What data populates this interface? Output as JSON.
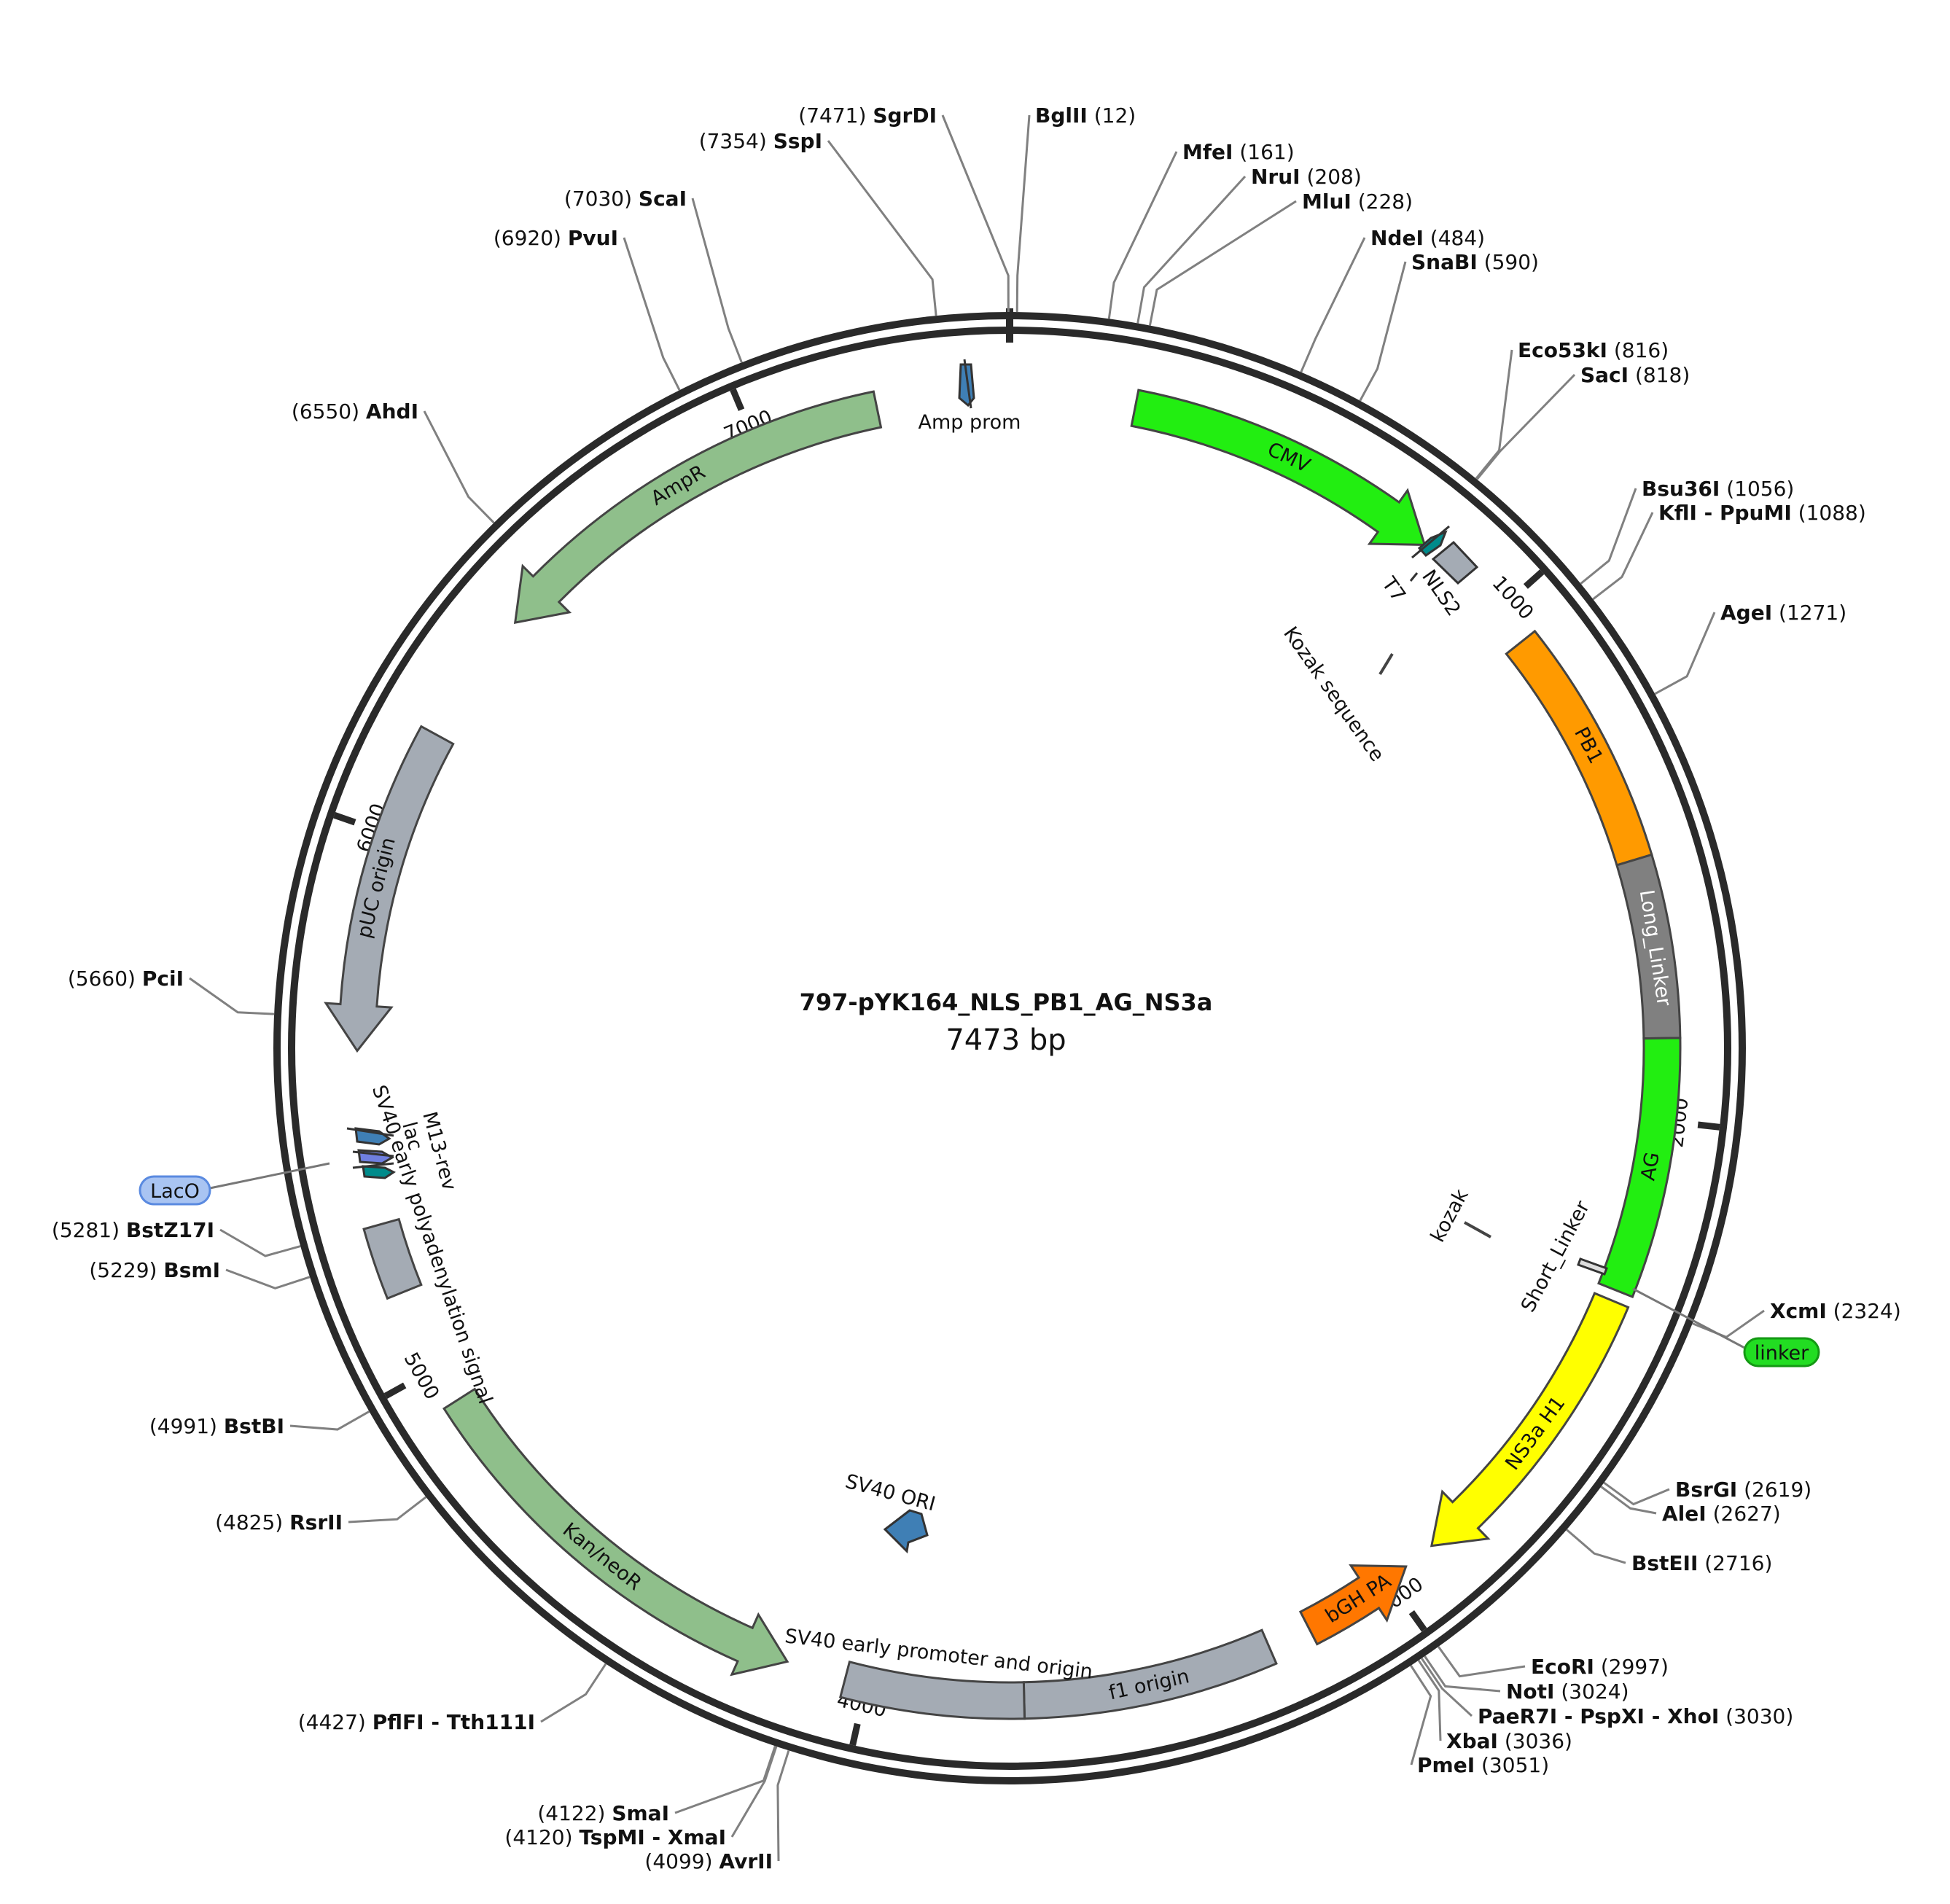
{
  "plasmid": {
    "name": "797-pYK164_NLS_PB1_AG_NS3a",
    "length_label": "7473 bp",
    "length_bp": 7473
  },
  "colors": {
    "backbone": "#2a2a2a",
    "green_bright": "#22ee11",
    "green_sage": "#8fbf8b",
    "gray": "#a4abb4",
    "dark_gray": "#808080",
    "orange": "#ff9a00",
    "orange_red": "#ff7700",
    "yellow": "#ffff00",
    "steel_blue": "#3f7fb5",
    "teal": "#008b8b",
    "lacO_fill": "#a9c4f2",
    "linker_fill": "#22dd22"
  },
  "ticks": [
    "1000",
    "2000",
    "3000",
    "4000",
    "5000",
    "6000",
    "7000"
  ],
  "sites": [
    {
      "name": "SgrDI",
      "pos": "7471",
      "bp": 7471
    },
    {
      "name": "BglII",
      "pos": "12",
      "bp": 12
    },
    {
      "name": "SspI",
      "pos": "7354",
      "bp": 7354
    },
    {
      "name": "MfeI",
      "pos": "161",
      "bp": 161
    },
    {
      "name": "NruI",
      "pos": "208",
      "bp": 208
    },
    {
      "name": "MluI",
      "pos": "228",
      "bp": 228
    },
    {
      "name": "ScaI",
      "pos": "7030",
      "bp": 7030
    },
    {
      "name": "PvuI",
      "pos": "6920",
      "bp": 6920
    },
    {
      "name": "NdeI",
      "pos": "484",
      "bp": 484
    },
    {
      "name": "SnaBI",
      "pos": "590",
      "bp": 590
    },
    {
      "name": "Eco53kI",
      "pos": "816",
      "bp": 816
    },
    {
      "name": "SacI",
      "pos": "818",
      "bp": 818
    },
    {
      "name": "AhdI",
      "pos": "6550",
      "bp": 6550
    },
    {
      "name": "Bsu36I",
      "pos": "1056",
      "bp": 1056
    },
    {
      "name": "KflI - PpuMI",
      "pos": "1088",
      "bp": 1088
    },
    {
      "name": "AgeI",
      "pos": "1271",
      "bp": 1271
    },
    {
      "name": "PciI",
      "pos": "5660",
      "bp": 5660
    },
    {
      "name": "BstZ17I",
      "pos": "5281",
      "bp": 5281
    },
    {
      "name": "BsmI",
      "pos": "5229",
      "bp": 5229
    },
    {
      "name": "XcmI",
      "pos": "2324",
      "bp": 2324
    },
    {
      "name": "BstBI",
      "pos": "4991",
      "bp": 4991
    },
    {
      "name": "BsrGI",
      "pos": "2619",
      "bp": 2619
    },
    {
      "name": "AleI",
      "pos": "2627",
      "bp": 2627
    },
    {
      "name": "RsrII",
      "pos": "4825",
      "bp": 4825
    },
    {
      "name": "BstEII",
      "pos": "2716",
      "bp": 2716
    },
    {
      "name": "EcoRI",
      "pos": "2997",
      "bp": 2997
    },
    {
      "name": "NotI",
      "pos": "3024",
      "bp": 3024
    },
    {
      "name": "PaeR7I - PspXI - XhoI",
      "pos": "3030",
      "bp": 3030
    },
    {
      "name": "XbaI",
      "pos": "3036",
      "bp": 3036
    },
    {
      "name": "PmeI",
      "pos": "3051",
      "bp": 3051
    },
    {
      "name": "PflFI - Tth111I",
      "pos": "4427",
      "bp": 4427
    },
    {
      "name": "SmaI",
      "pos": "4122",
      "bp": 4122
    },
    {
      "name": "TspMI - XmaI",
      "pos": "4120",
      "bp": 4120
    },
    {
      "name": "AvrII",
      "pos": "4099",
      "bp": 4099
    }
  ],
  "features": [
    {
      "label": "CMV",
      "start": 230,
      "end": 820,
      "dir": "cw",
      "color": "#22ee11",
      "text_color": "#111111"
    },
    {
      "label": "PB1",
      "start": 1070,
      "end": 1520,
      "dir": "none",
      "color": "#ff9a00",
      "text_color": "#111111"
    },
    {
      "label": "Long_Linker",
      "start": 1520,
      "end": 1850,
      "dir": "none",
      "color": "#808080",
      "text_color": "#ffffff"
    },
    {
      "label": "AG",
      "start": 1850,
      "end": 2320,
      "dir": "none",
      "color": "#22ee11",
      "text_color": "#111111"
    },
    {
      "label": "NS3a H1",
      "start": 2340,
      "end": 2900,
      "dir": "cw",
      "color": "#ffff00",
      "text_color": "#111111"
    },
    {
      "label": "bGH PA",
      "start": 2960,
      "end": 3170,
      "dir": "ccw",
      "color": "#ff7700",
      "text_color": "#111111"
    },
    {
      "label": "f1 origin",
      "start": 3250,
      "end": 3710,
      "dir": "none",
      "color": "#a4abb4",
      "text_color": "#111111"
    },
    {
      "label": "SV40 early promoter and origin",
      "start": 3710,
      "end": 4040,
      "dir": "none",
      "color": "#a4abb4",
      "text_color": "#111111"
    },
    {
      "label": "Kan/neoR",
      "start": 4150,
      "end": 4930,
      "dir": "ccw",
      "color": "#8fbf8b",
      "text_color": "#111111"
    },
    {
      "label": "SV40 early polyadenylation signal",
      "start": 5150,
      "end": 5280,
      "dir": "none",
      "color": "#a4abb4",
      "text_color": "#111111"
    },
    {
      "label": "pUC origin",
      "start": 5600,
      "end": 6200,
      "dir": "ccw",
      "color": "#a4abb4",
      "text_color": "#111111"
    },
    {
      "label": "AmpR",
      "start": 6450,
      "end": 7230,
      "dir": "ccw",
      "color": "#8fbf8b",
      "text_color": "#111111"
    }
  ],
  "small_features": [
    {
      "label": "Amp prom",
      "color": "#3f7fb5"
    },
    {
      "label": "T7",
      "color": "#008b8b"
    },
    {
      "label": "NLS2",
      "color": "#a4abb4"
    },
    {
      "label": "Kozak sequence",
      "color": "#555555"
    },
    {
      "label": "kozak",
      "color": "#555555"
    },
    {
      "label": "Short_Linker",
      "color": "#dddddd"
    },
    {
      "label": "SV40 ORI",
      "color": "#3f7fb5"
    },
    {
      "label": "M13-rev",
      "color": "#3f7fb5"
    },
    {
      "label": "lac",
      "color": "#6f7fe0"
    },
    {
      "label": "LacO",
      "color": "#008b8b"
    },
    {
      "label": "linker",
      "color": "#22dd22"
    }
  ]
}
